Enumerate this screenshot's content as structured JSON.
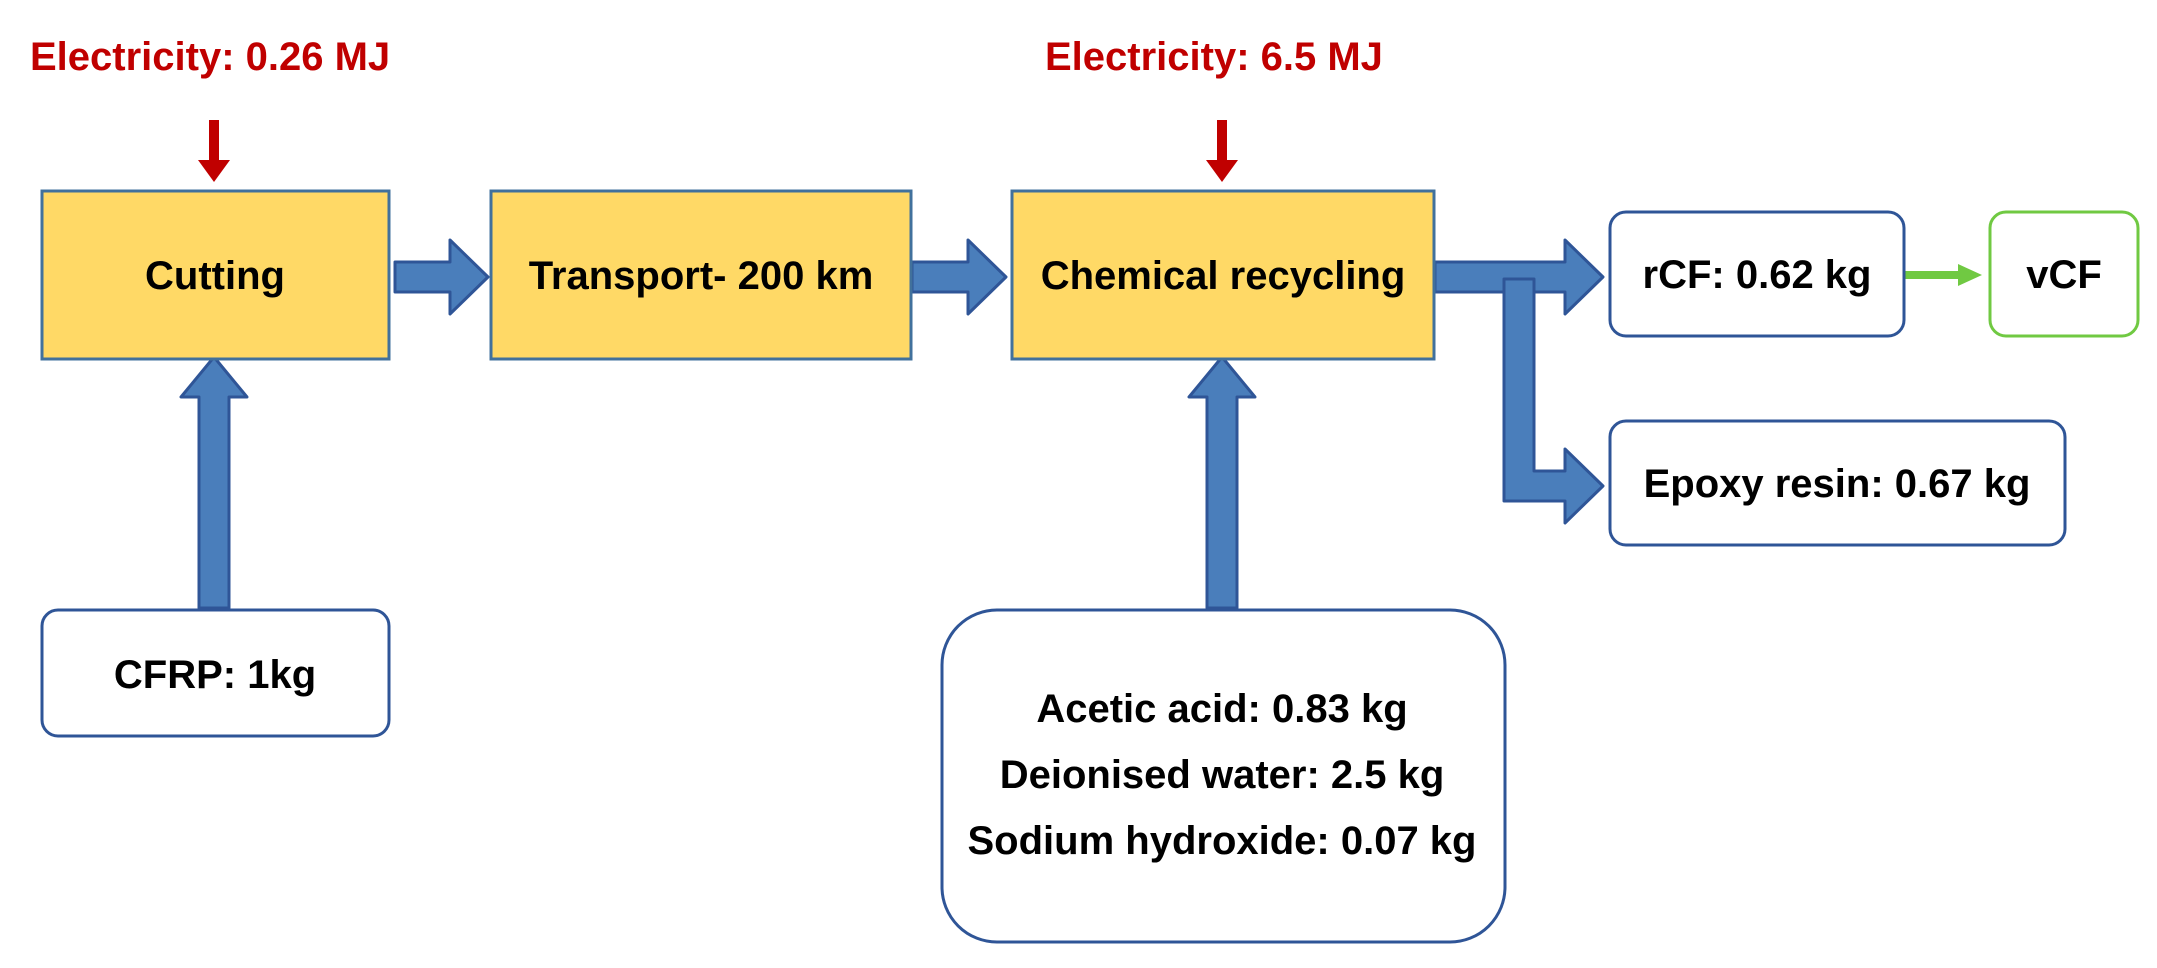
{
  "colors": {
    "process_fill": "#FFD966",
    "process_stroke": "#41719C",
    "arrow_fill": "#4A7EBB",
    "arrow_stroke": "#2F5597",
    "electricity": "#C00000",
    "output_stroke": "#2F5597",
    "green": "#70C942"
  },
  "electricity": {
    "cutting": "Electricity: 0.26 MJ",
    "chemical": "Electricity: 6.5 MJ"
  },
  "processes": {
    "cutting": "Cutting",
    "transport": "Transport- 200 km",
    "chemical": "Chemical recycling"
  },
  "inputs": {
    "cfrp": "CFRP: 1kg",
    "chemicals": [
      "Acetic acid: 0.83 kg",
      "Deionised water: 2.5 kg",
      "Sodium hydroxide: 0.07 kg"
    ]
  },
  "outputs": {
    "rcf": "rCF: 0.62 kg",
    "vcf": "vCF",
    "epoxy": "Epoxy resin: 0.67 kg"
  }
}
